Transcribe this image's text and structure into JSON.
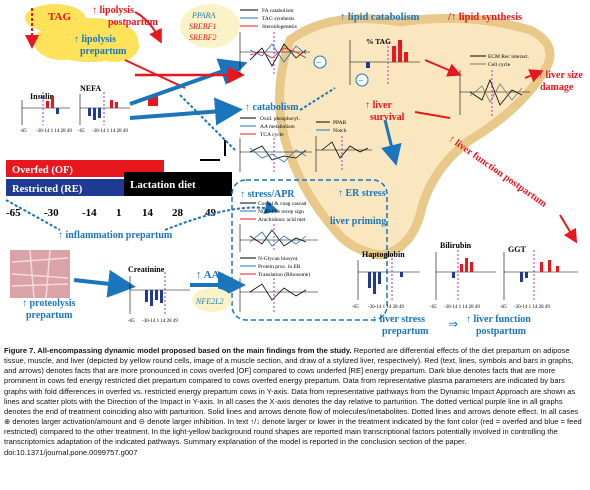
{
  "diagram": {
    "labels": {
      "tag": "TAG",
      "lipolysis_postpartum": "lipolysis postpartum",
      "lipolysis_prepartum": "lipolysis prepartum",
      "insulin": "Insulin",
      "nefa": "NEFA",
      "ppara": "PPARA",
      "srebf1": "SREBF1",
      "srebf2": "SREBF2",
      "lipid_catabolism": "lipid catabolism",
      "lipid_synthesis": "lipid synthesis",
      "pct_tag": "% TAG",
      "liver_size": "liver size",
      "damage": "damage",
      "catabolism": "catabolism",
      "liver_survival": "liver survival",
      "liver_function_postpartum": "liver function postpartum",
      "overfed": "Overfed (OF)",
      "restricted": "Restricted (RE)",
      "lactation_diet": "Lactation diet",
      "timeline": [
        "-65",
        "-30",
        "-14",
        "1",
        "14",
        "28",
        "49"
      ],
      "inflammation_prepartum": "inflammation prepartum",
      "stress_apr": "stress/APR",
      "er_stress": "ER stress",
      "liver_priming": "liver priming",
      "creatinine": "Creatinine",
      "aa": "AA",
      "proteolysis_prepartum": "proteolysis prepartum",
      "nfe2l2": "NFE2L2",
      "haptoglobin": "Haptoglobin",
      "bilirubin": "Bilirubin",
      "ggt": "GGT",
      "liver_stress_prepartum": "liver stress prepartum",
      "liver_function_postpartum2": "liver function postpartum",
      "arrow_symbol": "⇒",
      "minus": "−",
      "axis_ticks": "-30-14 1 14 28 49",
      "axis_ticks_left": "-65"
    },
    "legend1": [
      "FA catabolism",
      "TAG synthesis",
      "Steroidogenesis"
    ],
    "legend2": [
      "ECM Rec interact.",
      "Cell cycle"
    ],
    "legend3": [
      "Oxid. phosphoryl.",
      "AA metabolism",
      "TCA cycle"
    ],
    "legend4": [
      "PPAR",
      "Notch"
    ],
    "legend5": [
      "Compl & coag cascad",
      "NOD-like recep sign",
      "Arachidonic acid met"
    ],
    "legend6": [
      "N-Glycan biosynt.",
      "Protein proc. in ER",
      "Translation (Ribosome)"
    ],
    "colors": {
      "red": "#e8171d",
      "blue": "#1b75bc",
      "navy": "#1f3a93",
      "tan": "#e8c98a",
      "cloud": "#fde25a",
      "purple": "#b02fc4"
    }
  },
  "caption": {
    "title": "Figure 7. All-encompassing dynamic model proposed based on the main findings from the study.",
    "body": "Reported are differential effects of the diet prepartum on adipose tissue, muscle, and liver (depicted by yellow round cells, image of a muscle section, and draw of a stylized liver, respectively). Red (text, lines, symbols and bars in graphs, and arrows) denotes facts that are more pronounced in cows overfed [OF] compared to cows underfed [RE] energy prepartum. Dark blue denotes facts that are more prominent in cows fed energy restricted diet prepartum compared to cows overfed energy prepartum. Data from representative plasma parameters are indicated by bars graphs with fold differences in overfed vs. restricted energy prepartum cows in Y-axis. Data from representative pathways from the Dynamic Impact Approach are shown as lines and scatter plots with the Direction of the Impact in Y-axis. In all cases the X-axis denotes the day relative to parturition. The dotted vertical purple line in all graphs denotes the end of treatment coinciding also with parturition. Solid lines and arrows denote flow of molecules/metabolites. Dotted lines and arrows denote effect. In all cases ⊕ denotes larger activation/amount and ⊖ denote larger inhibition. In text ↑/↓ denote larger or lower in the treatment indicated by the font color (red = overfed and blue = feed restricted) compared to the other treatment. In the light-yellow background round shapes are reported main transcriptional factors potentially involved in controlling the transcriptomics adaptation of the indicated pathways. Summary explanation of the model is reported in the conclusion section of the paper.",
    "doi": "doi:10.1371/journal.pone.0099757.g007"
  }
}
